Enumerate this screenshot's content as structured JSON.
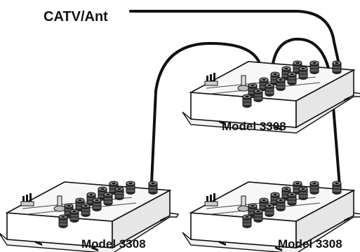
{
  "diagram": {
    "source_label": "CATV/Ant",
    "devices": [
      {
        "id": "top",
        "label": "Model 3308"
      },
      {
        "id": "left",
        "label": "Model 3308"
      },
      {
        "id": "right",
        "label": "Model 3308"
      }
    ]
  }
}
